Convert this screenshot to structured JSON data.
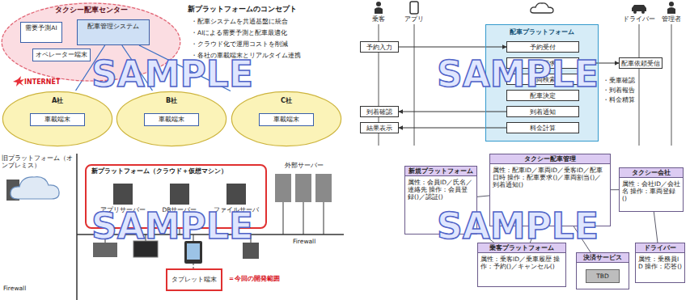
{
  "diagram": {
    "nodes": [
      {
        "text": [
          "タクシー配車センター"
        ]
      },
      {
        "text": [
          "需要予測AI"
        ],
        "in": 0
      },
      {
        "text": [
          "配車管理システム"
        ],
        "in": 0
      },
      {
        "text": [
          "オペレーター端末"
        ],
        "in": 0
      },
      {
        "text": [
          "A社"
        ]
      },
      {
        "text": [
          "車載端末"
        ],
        "in": 4
      },
      {
        "text": [
          "B社"
        ]
      },
      {
        "text": [
          "車載端末"
        ],
        "in": 6
      },
      {
        "text": [
          "C社"
        ]
      },
      {
        "text": [
          "車載端末"
        ],
        "in": 8
      },
      {
        "text": [
          "配車プラットフォーム"
        ]
      },
      {
        "text": [
          "予約受付"
        ],
        "in": 10
      },
      {
        "text": [
          "配車要求"
        ],
        "in": 10
      },
      {
        "text": [
          "車両検索"
        ],
        "in": 10
      },
      {
        "text": [
          "配車決定"
        ],
        "in": 10
      },
      {
        "text": [
          "到着通知"
        ],
        "in": 10
      },
      {
        "text": [
          "料金計算"
        ],
        "in": 10
      },
      {
        "text": [
          "予約入力"
        ]
      },
      {
        "text": [
          "配車依頼受信"
        ]
      },
      {
        "text": [
          "到着確認"
        ]
      },
      {
        "text": [
          "結果表示"
        ]
      },
      {
        "text": [
          "新プラットフォーム（クラウド＋仮想マシン）"
        ]
      },
      {
        "text": [
          "アプリサーバー"
        ],
        "in": 21
      },
      {
        "text": [
          "DBサーバー"
        ],
        "in": 21
      },
      {
        "text": [
          "ファイルサーバー"
        ],
        "in": 21
      },
      {
        "text": [
          "タブレット端末"
        ]
      },
      {
        "text": [
          "新規プラットフォーム",
          "属性：会員ID／氏名／連絡先 操作：会員登録()／認証()"
        ]
      },
      {
        "text": [
          "タクシー配車管理",
          "属性：配車ID／車両ID／乗客ID／配車日時 操作：配車要求()／車両割当()／到着通知()"
        ]
      },
      {
        "text": [
          "タクシー会社",
          "属性：会社ID／会社名 操作：車両登録()"
        ]
      },
      {
        "text": [
          "乗客プラットフォーム",
          "属性：乗客ID／乗車履歴 操作：予約()／キャンセル()"
        ]
      },
      {
        "text": [
          "決済サービス",
          "TBD"
        ]
      },
      {
        "text": [
          "ドライバー",
          "属性：乗務員ID 操作：応答()"
        ]
      }
    ],
    "edges": [
      {
        "from": 2,
        "to": 4,
        "arrow": "none"
      },
      {
        "from": 2,
        "to": 6,
        "arrow": "none"
      },
      {
        "from": 2,
        "to": 8,
        "arrow": "none"
      },
      {
        "from": 17,
        "to": 11,
        "arrow": "to"
      },
      {
        "from": 12,
        "to": 18,
        "arrow": "to"
      },
      {
        "from": 15,
        "to": 19,
        "arrow": "to"
      },
      {
        "from": 16,
        "to": 20,
        "arrow": "to"
      },
      {
        "from": 26,
        "to": 27,
        "arrow": "none"
      },
      {
        "from": 27,
        "to": 28,
        "arrow": "none"
      },
      {
        "from": 27,
        "to": 29,
        "arrow": "none"
      },
      {
        "from": 27,
        "to": 30,
        "arrow": "none"
      },
      {
        "from": 26,
        "to": 29,
        "arrow": "none"
      },
      {
        "from": 28,
        "to": 31,
        "arrow": "none"
      }
    ],
    "labels": [
      "新プラットフォームのコンセプト",
      "・配車システムを共通基盤に統合",
      "・AIによる需要予測と配車最適化",
      "・クラウド化で運用コストを削減",
      "・各社の車載端末とリアルタイム連携",
      "INTERNET",
      "乗客",
      "アプリ",
      "ドライバー",
      "管理者",
      "・乗車確認",
      "・到着報告",
      "・料金精算",
      "旧プラットフォーム（オンプレミス）",
      "外部サーバー",
      "Firewall",
      "Firewall",
      "＝今回の開発範囲",
      "SAMPLE",
      "SAMPLE",
      "SAMPLE",
      "SAMPLE"
    ]
  }
}
